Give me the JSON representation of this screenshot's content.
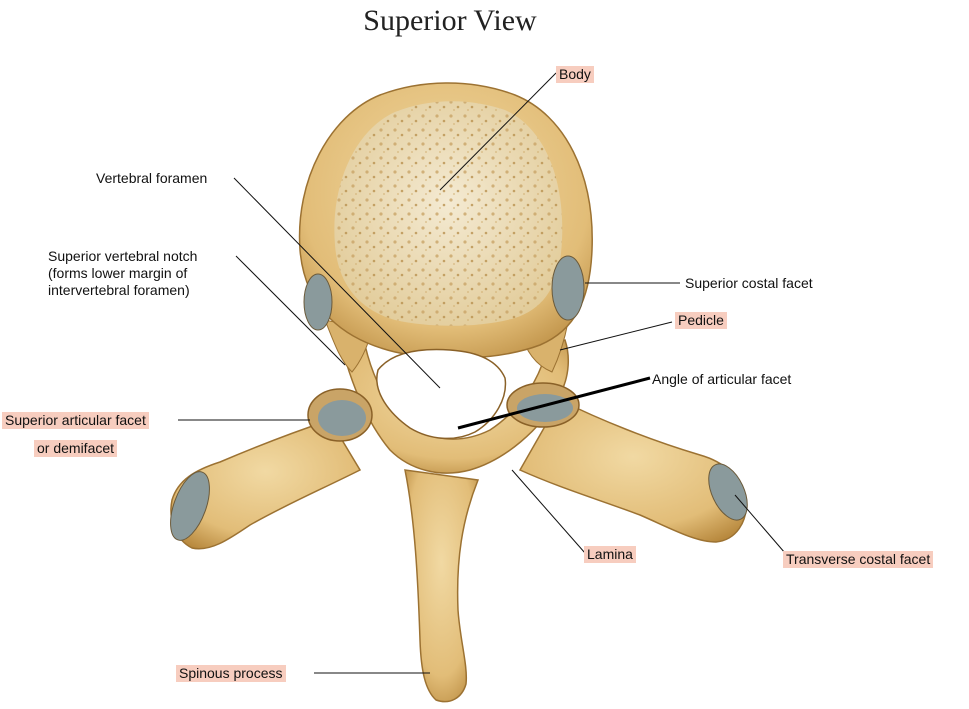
{
  "title": "Superior View",
  "labels": {
    "body": "Body",
    "vertebral_foramen": "Vertebral foramen",
    "superior_vertebral_notch": "Superior vertebral notch\n(forms lower margin of\nintervertebral foramen)",
    "superior_costal_facet": "Superior costal facet",
    "pedicle": "Pedicle",
    "angle_of_articular_facet": "Angle of articular facet",
    "superior_articular_facet": "Superior articular facet",
    "or_demifacet": "or demifacet",
    "lamina": "Lamina",
    "transverse_costal_facet": "Transverse costal facet",
    "spinous_process": "Spinous process"
  },
  "colors": {
    "bone": "#e8c98a",
    "bone_shadow": "#b8893e",
    "bone_dark": "#8a6128",
    "cancellous": "#efe2c2",
    "facet": "#8a9a9c",
    "highlight": "#f7cdbf"
  }
}
